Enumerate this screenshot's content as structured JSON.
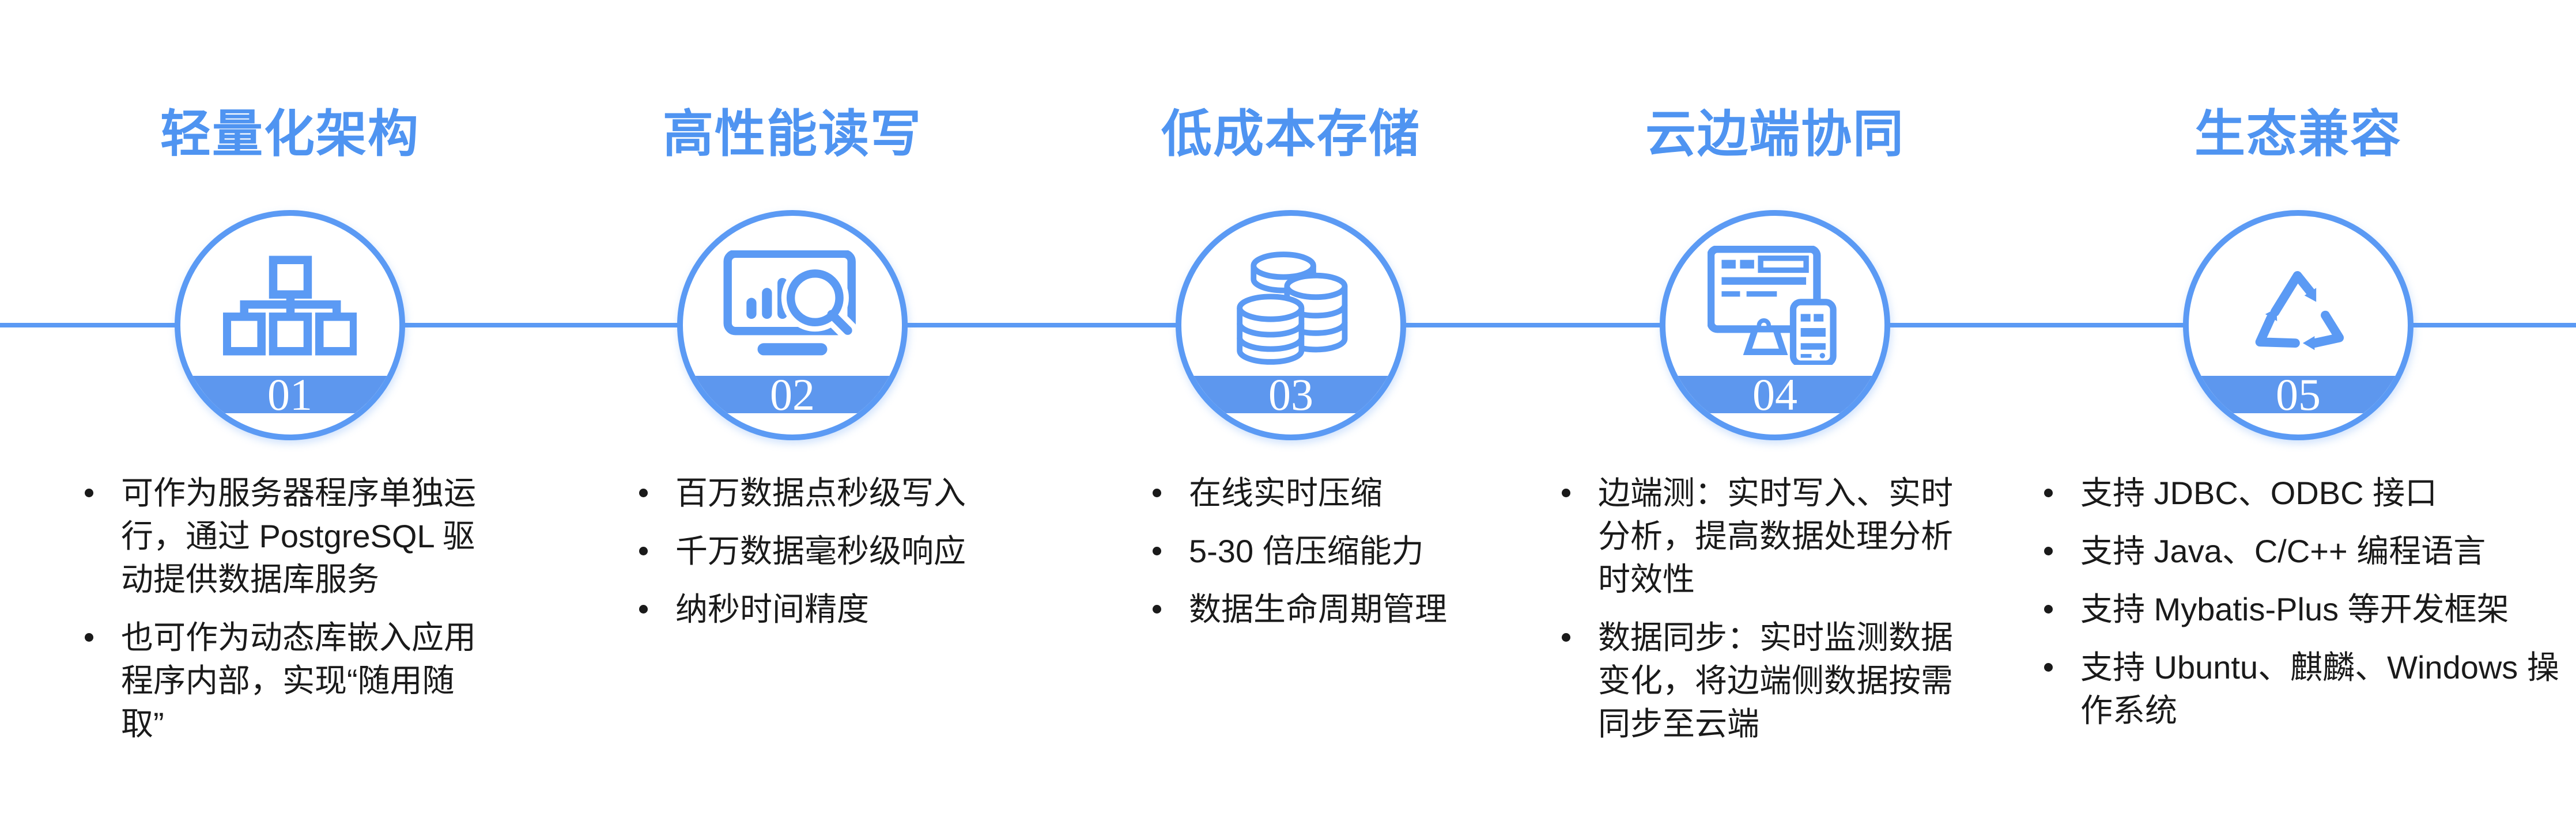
{
  "colors": {
    "accent": "#5B9AF4",
    "band": "#5D97EE",
    "title": "#4F94F1",
    "text": "#1A1A1A",
    "background": "#FFFFFF"
  },
  "columns": [
    {
      "title": "轻量化架构",
      "number": "01",
      "icon": "org-chart-icon",
      "bullets": [
        "可作为服务器程序单独运行，通过 PostgreSQL 驱动提供数据库服务",
        "也可作为动态库嵌入应用程序内部，实现“随用随取”"
      ]
    },
    {
      "title": "高性能读写",
      "number": "02",
      "icon": "monitor-analytics-icon",
      "bullets": [
        "百万数据点秒级写入",
        "千万数据毫秒级响应",
        "纳秒时间精度"
      ]
    },
    {
      "title": "低成本存储",
      "number": "03",
      "icon": "database-stack-icon",
      "bullets": [
        "在线实时压缩",
        "5-30 倍压缩能力",
        "数据生命周期管理"
      ]
    },
    {
      "title": "云边端协同",
      "number": "04",
      "icon": "desktop-mobile-icon",
      "bullets": [
        "边端测：实时写入、实时分析，提高数据处理分析时效性",
        "数据同步：实时监测数据变化，将边端侧数据按需同步至云端"
      ]
    },
    {
      "title": "生态兼容",
      "number": "05",
      "icon": "recycle-icon",
      "bullets": [
        "支持 JDBC、ODBC 接口",
        "支持 Java、C/C++ 编程语言",
        "支持 Mybatis-Plus 等开发框架",
        "支持 Ubuntu、麒麟、Windows 操作系统"
      ]
    }
  ]
}
